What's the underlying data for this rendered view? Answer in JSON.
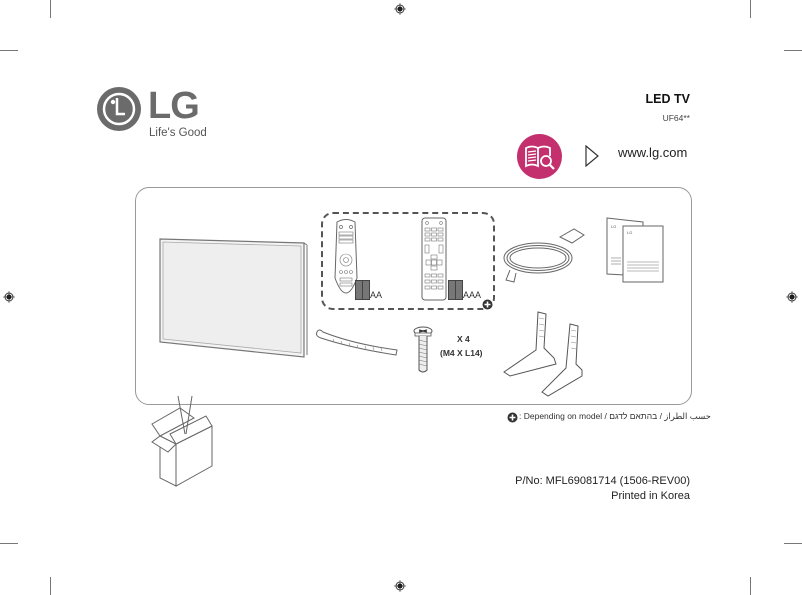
{
  "brand": {
    "logo_text": "LG",
    "tagline": "Life's Good"
  },
  "header": {
    "product": "LED TV",
    "model": "UF64**",
    "website": "www.lg.com",
    "manual_icon": "book-magnifier-icon",
    "arrow_icon": "play-arrow-outline-icon",
    "accent_color": "#c4306e"
  },
  "contents": {
    "items": [
      {
        "name": "TV set",
        "icon": "tv-panel-icon"
      },
      {
        "name": "Magic remote",
        "icon": "magic-remote-icon",
        "battery_label": "AA"
      },
      {
        "name": "Standard remote",
        "icon": "remote-control-icon",
        "battery_label": "AAA"
      },
      {
        "name": "Power cord",
        "icon": "power-cord-icon"
      },
      {
        "name": "Owner's manuals",
        "icon": "manual-booklets-icon"
      },
      {
        "name": "Cable holder",
        "icon": "cable-holder-icon"
      },
      {
        "name": "Screws",
        "icon": "screw-icon",
        "quantity": "X 4",
        "spec": "(M4 X L14)"
      },
      {
        "name": "Stand",
        "icon": "stand-legs-icon"
      }
    ],
    "optional_marker_icon": "plus-circle-icon"
  },
  "footnote": {
    "text": ": Depending on model / حسب الطراز / בהתאם לדגם"
  },
  "footer": {
    "part_number": "P/No:  MFL69081714 (1506-REV00)",
    "printed": "Printed in Korea"
  }
}
